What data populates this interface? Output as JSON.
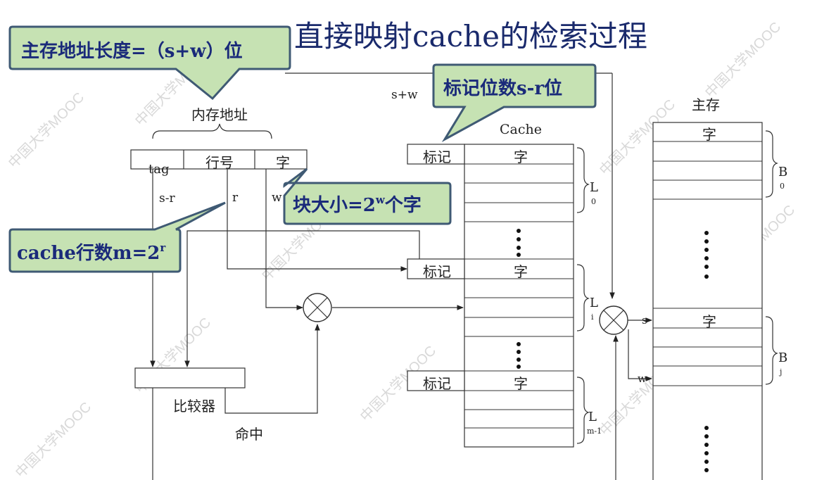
{
  "title": "直接映射cache的检索过程",
  "callouts": {
    "addr_len": "主存地址长度=（s+w）位",
    "tag_bits": "标记位数s-r位",
    "block_size_prefix": "块大小=2",
    "block_size_sup": "w",
    "block_size_suffix": "个字",
    "cache_lines_prefix": "cache行数m=2",
    "cache_lines_sup": "r"
  },
  "address": {
    "label": "内存地址",
    "fields": [
      "tag",
      "行号",
      "字"
    ],
    "bits": [
      "s-r",
      "r",
      "w"
    ],
    "total_bits": "s+w"
  },
  "cache": {
    "label": "Cache",
    "tag_cell": "标记",
    "word_cell": "字",
    "lines": [
      {
        "name": "L",
        "sub": "0"
      },
      {
        "name": "L",
        "sub": "i"
      },
      {
        "name": "L",
        "sub": "m-1"
      }
    ]
  },
  "compare": {
    "label": "比较器",
    "hit": "命中"
  },
  "memory": {
    "label": "主存",
    "word_cell": "字",
    "blocks": [
      {
        "name": "B",
        "sub": "0"
      },
      {
        "name": "B",
        "sub": "j"
      }
    ],
    "inputs": [
      "s",
      "w"
    ]
  },
  "watermark": "中国大学MOOC"
}
